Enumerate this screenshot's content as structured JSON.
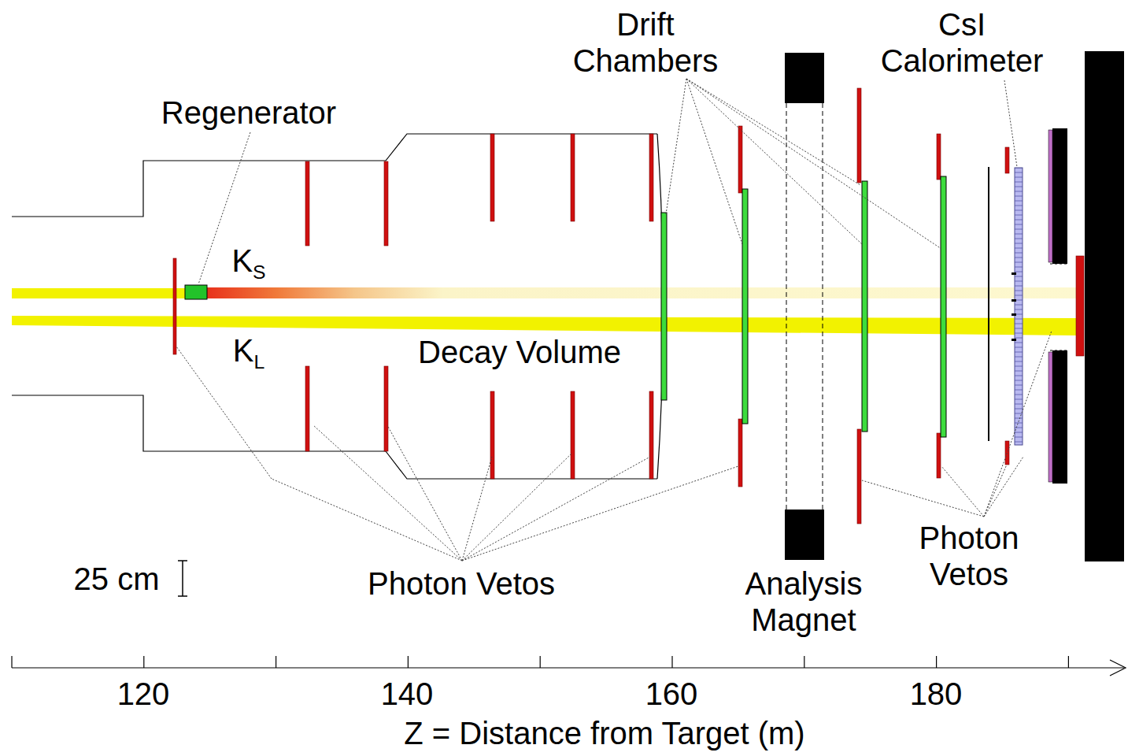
{
  "diagram": {
    "labels": [
      "Drift Chambers",
      "CsI Calorimeter",
      "Regenerator",
      "KS",
      "KL",
      "Decay Volume",
      "25 cm",
      "Photon Vetos",
      "Analysis Magnet",
      "Photon Vetos",
      "120",
      "140",
      "160",
      "180",
      "Z = Distance from Target (m)"
    ]
  }
}
